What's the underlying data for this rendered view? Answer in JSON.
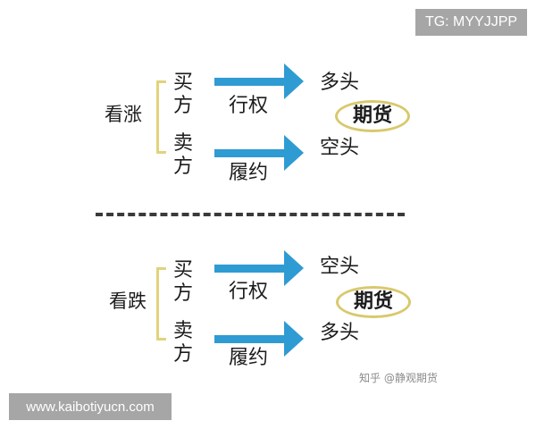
{
  "watermark_top": "TG: MYYJJPP",
  "watermark_bottom": "www.kaibotiyucn.com",
  "credit": "知乎 @静观期货",
  "colors": {
    "arrow": "#2f9bd3",
    "bracket": "#e3d27c",
    "ellipse": "#d8c96c",
    "divider": "#3a3a3a",
    "badge_bg": "#a6a6a6"
  },
  "top": {
    "view": "看涨",
    "buyer": [
      "买",
      "方"
    ],
    "seller": [
      "卖",
      "方"
    ],
    "buyer_action": "行权",
    "seller_action": "履约",
    "buyer_result": "多头",
    "seller_result": "空头",
    "center": "期货"
  },
  "bottom": {
    "view": "看跌",
    "buyer": [
      "买",
      "方"
    ],
    "seller": [
      "卖",
      "方"
    ],
    "buyer_action": "行权",
    "seller_action": "履约",
    "buyer_result": "空头",
    "seller_result": "多头",
    "center": "期货"
  }
}
